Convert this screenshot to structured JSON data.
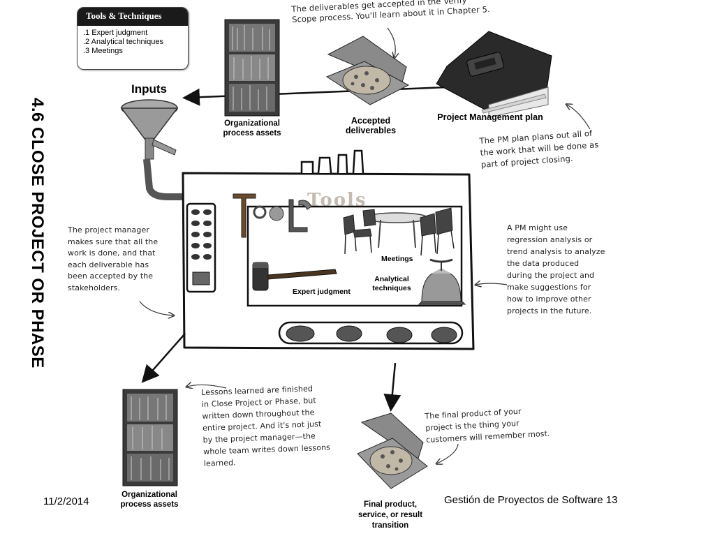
{
  "title": "4.6 CLOSE PROJECT OR PHASE",
  "tools_box": {
    "heading": "Tools & Techniques",
    "items": [
      ".1 Expert judgment",
      ".2 Analytical techniques",
      ".3 Meetings"
    ]
  },
  "inputs_label": "Inputs",
  "input_assets_label": "Organizational\nprocess assets",
  "accepted_deliverables_label": "Accepted\ndeliverables",
  "pm_plan_label": "Project Management plan",
  "notes": {
    "verify_scope": "The deliverables get accepted in the Verify\nScope process. You'll learn about it in Chapter 5.",
    "pm_plan": "The PM plan plans out all of\nthe work that will be done as\npart of project closing.",
    "project_manager": "The project manager\nmakes sure that all the\nwork is done, and that\neach deliverable has\nbeen accepted by the\nstakeholders.",
    "regression": "A PM might use\nregression analysis or\ntrend analysis to analyze\nthe data produced\nduring the project and\nmake suggestions for\nhow to improve other\nprojects in the future.",
    "lessons": "Lessons learned are finished\nin Close Project or Phase, but\nwritten down throughout the\nentire project. And it's not just\nby the project manager—the\nwhole team writes down lessons\nlearned.",
    "final_product": "The final product of your\nproject is the thing your\ncustomers will remember most."
  },
  "machine": {
    "tools_word": "Tools",
    "meetings": "Meetings",
    "analytical": "Analytical\ntechniques",
    "expert": "Expert judgment"
  },
  "output_assets_label": "Organizational\nprocess assets",
  "final_product_label": "Final product,\nservice, or result\ntransition",
  "footer": {
    "date": "11/2/2014",
    "course": "Gestión de Proyectos de Software 13"
  }
}
